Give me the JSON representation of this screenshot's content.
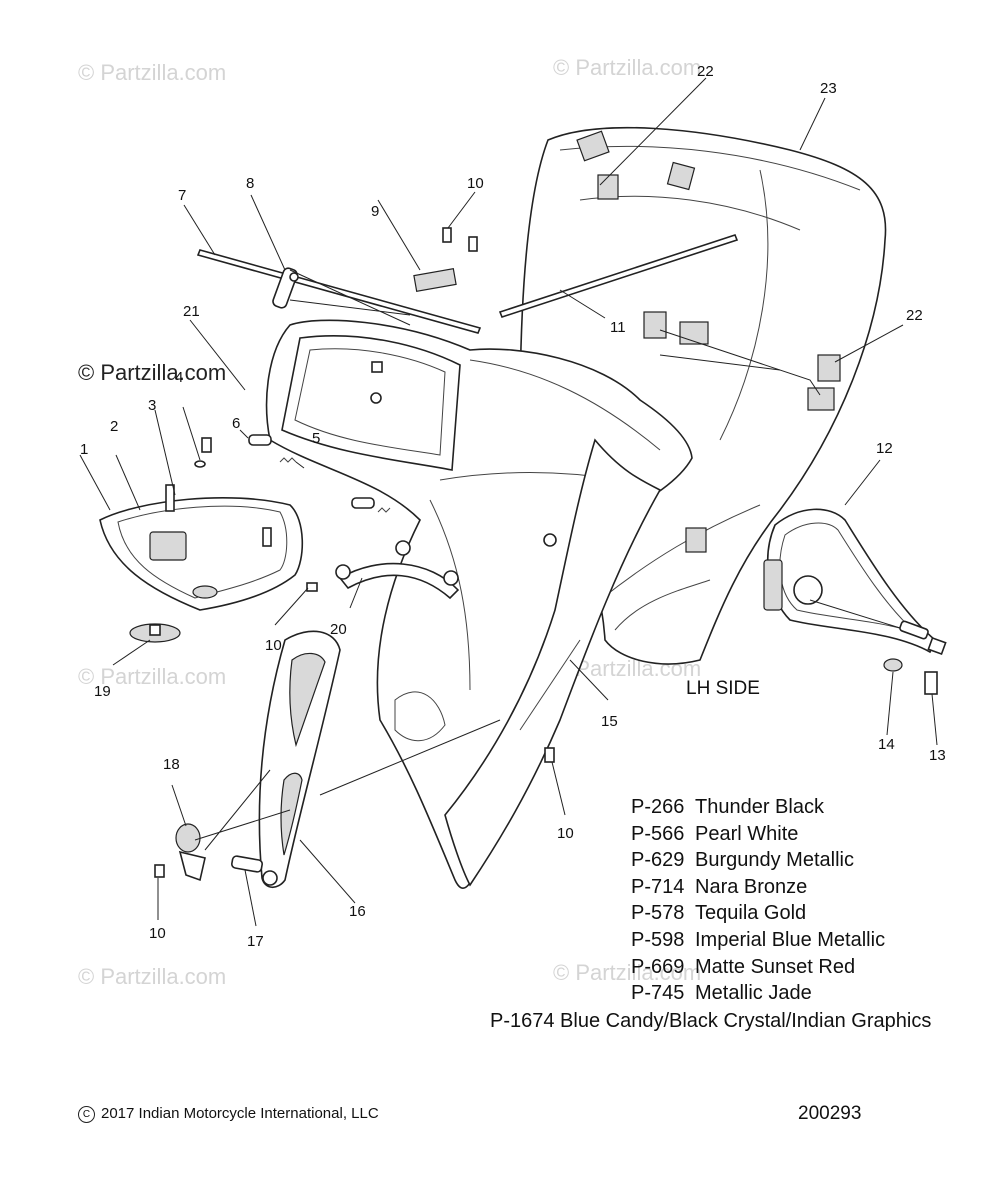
{
  "watermark": "© Partzilla.com",
  "side_label": "LH SIDE",
  "callouts": [
    "1",
    "2",
    "3",
    "4",
    "5",
    "6",
    "7",
    "8",
    "9",
    "10",
    "11",
    "12",
    "13",
    "14",
    "15",
    "16",
    "17",
    "18",
    "19",
    "20",
    "21",
    "22",
    "23"
  ],
  "paint_codes": [
    {
      "code": "P-266",
      "name": "Thunder Black"
    },
    {
      "code": "P-566",
      "name": "Pearl White"
    },
    {
      "code": "P-629",
      "name": "Burgundy Metallic"
    },
    {
      "code": "P-714",
      "name": "Nara Bronze"
    },
    {
      "code": "P-578",
      "name": "Tequila Gold"
    },
    {
      "code": "P-598",
      "name": "Imperial Blue Metallic"
    },
    {
      "code": "P-669",
      "name": "Matte Sunset Red"
    },
    {
      "code": "P-745",
      "name": "Metallic Jade"
    }
  ],
  "paint_code_last": "P-1674 Blue Candy/Black Crystal/Indian Graphics",
  "copyright_symbol": "C",
  "copyright": "2017 Indian Motorcycle International, LLC",
  "doc_number": "200293"
}
